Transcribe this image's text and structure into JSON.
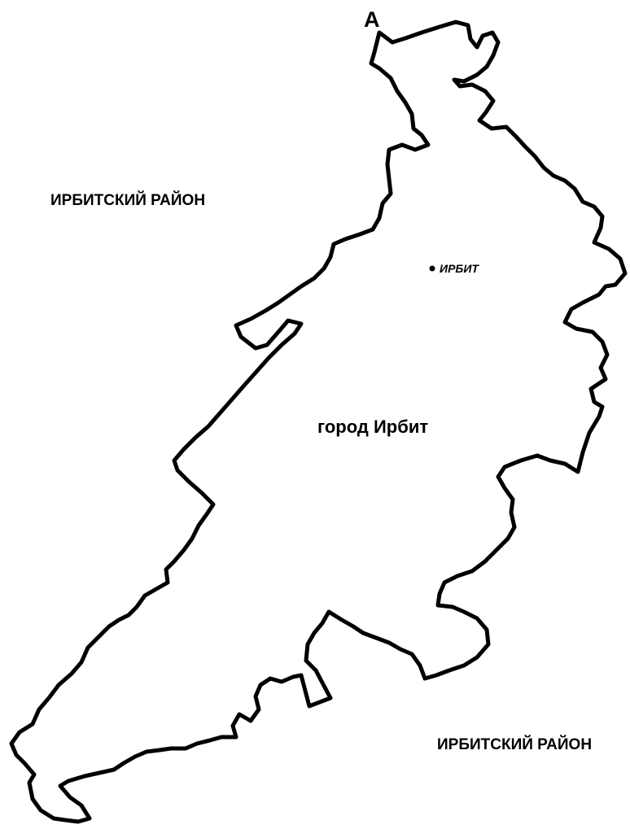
{
  "map": {
    "point_label": "А",
    "neighbor_district_west": "ИРБИТСКИЙ РАЙОН",
    "neighbor_district_southeast": "ИРБИТСКИЙ РАЙОН",
    "municipality_label": "город Ирбит",
    "settlement_label": "ИРБИТ",
    "colors": {
      "boundary": "#000000",
      "background": "#ffffff"
    }
  }
}
